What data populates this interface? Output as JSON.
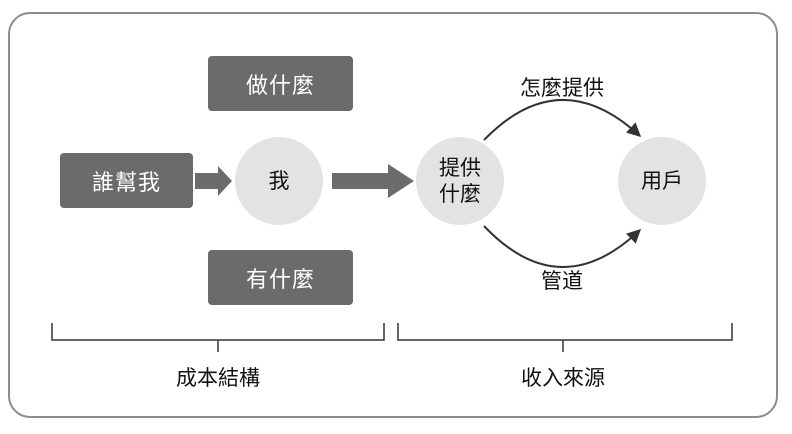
{
  "nodes": {
    "who_helps_me": "誰幫我",
    "what_to_do": "做什麼",
    "what_i_have": "有什麼",
    "me": "我",
    "what_to_provide_line1": "提供",
    "what_to_provide_line2": "什麼",
    "customer": "用戶"
  },
  "edges": {
    "how_to_provide": "怎麼提供",
    "channel": "管道"
  },
  "groups": {
    "cost_structure": "成本結構",
    "revenue_sources": "收入來源"
  },
  "colors": {
    "box_fill": "#6b6b6b",
    "circle_fill": "#e3e3e3",
    "arrow_fill": "#6b6b6b",
    "line": "#333333",
    "frame_border": "#8c8c8c"
  }
}
